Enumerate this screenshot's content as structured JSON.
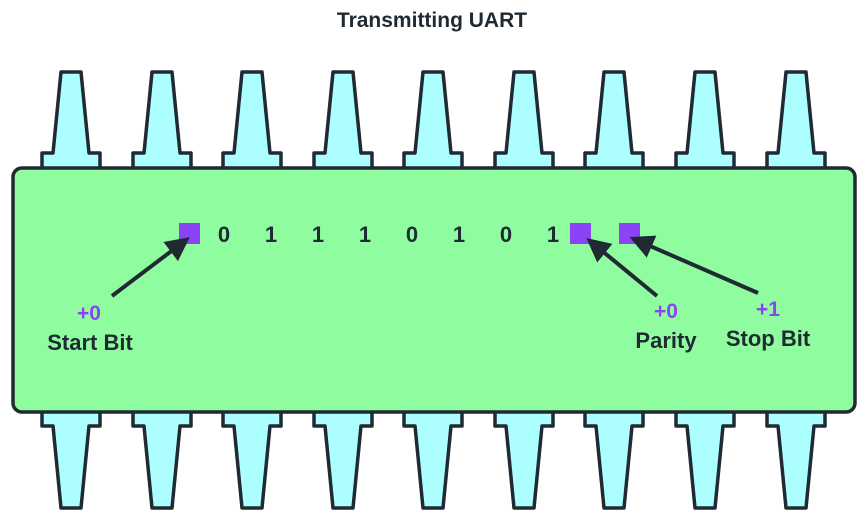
{
  "title": "Transmitting UART",
  "colors": {
    "chip_body": "#8ffc9f",
    "pin": "#adfefe",
    "outline": "#1f2a33",
    "marker": "#8b44f5",
    "text": "#1f2a33",
    "accent_text": "#8b44f5"
  },
  "data_bits": [
    "0",
    "1",
    "1",
    "1",
    "0",
    "1",
    "0",
    "1"
  ],
  "markers": {
    "start_bit": {
      "label": "Start Bit",
      "value": "+0"
    },
    "parity": {
      "label": "Parity",
      "value": "+0"
    },
    "stop_bit": {
      "label": "Stop Bit",
      "value": "+1"
    }
  }
}
